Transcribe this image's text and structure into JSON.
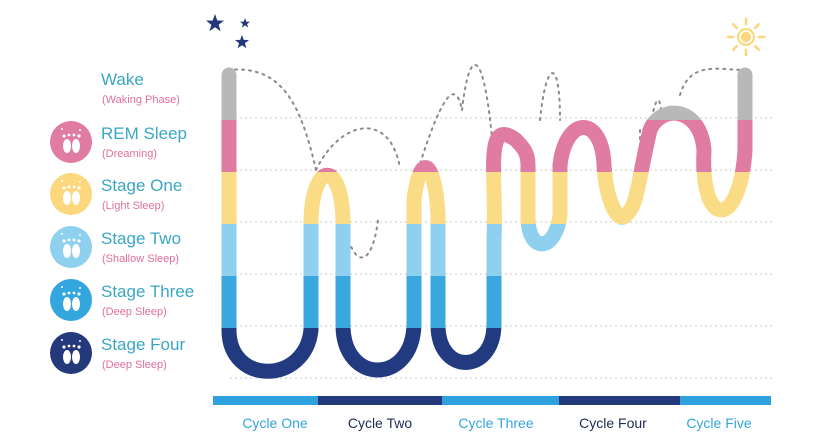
{
  "wake": {
    "label": "Wake",
    "sublabel": "(Waking Phase)"
  },
  "stages": [
    {
      "label": "REM Sleep",
      "sublabel": "(Dreaming)",
      "badge_color": "#e07ba2",
      "icon": "baby-feet-icon"
    },
    {
      "label": "Stage One",
      "sublabel": "(Light Sleep)",
      "badge_color": "#fcd77e",
      "icon": "baby-feet-icon"
    },
    {
      "label": "Stage Two",
      "sublabel": "(Shallow Sleep)",
      "badge_color": "#8fd0ee",
      "icon": "baby-feet-icon"
    },
    {
      "label": "Stage Three",
      "sublabel": "(Deep Sleep)",
      "badge_color": "#33a5df",
      "icon": "baby-feet-icon"
    },
    {
      "label": "Stage Four",
      "sublabel": "(Deep Sleep)",
      "badge_color": "#23397c",
      "icon": "baby-feet-icon"
    }
  ],
  "cycles": [
    {
      "label": "Cycle One",
      "bar_color": "#2fa2dd",
      "text_color": "#33a5df"
    },
    {
      "label": "Cycle Two",
      "bar_color": "#23397c",
      "text_color": "#1f2d55"
    },
    {
      "label": "Cycle Three",
      "bar_color": "#2fa2dd",
      "text_color": "#33a5df"
    },
    {
      "label": "Cycle Four",
      "bar_color": "#23397c",
      "text_color": "#1f2d55"
    },
    {
      "label": "Cycle Five",
      "bar_color": "#2fa2dd",
      "text_color": "#33a5df"
    }
  ],
  "icons": {
    "night": "stars-icon",
    "morning": "sun-icon"
  },
  "colors": {
    "wake": "#b8b8b8",
    "rem": "#e07ba2",
    "stage_one": "#fbdc86",
    "stage_two": "#8fd0ee",
    "stage_three": "#3aa7de",
    "stage_four": "#223b80",
    "stars": "#23397c",
    "sun": "#fcd77e"
  }
}
